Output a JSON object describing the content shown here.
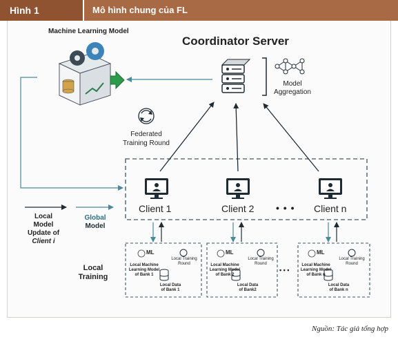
{
  "figure": {
    "label": "Hình 1",
    "title": "Mô hình chung của FL"
  },
  "ml_model": {
    "label": "Machine Learning Model"
  },
  "server": {
    "title": "Coordinator Server",
    "aggregation_lines": [
      "Model",
      "Aggregation"
    ]
  },
  "federated": {
    "lines": [
      "Federated",
      "Training Round"
    ]
  },
  "clients": [
    {
      "label": "Client 1"
    },
    {
      "label": "Client 2"
    },
    {
      "label": "Client n"
    }
  ],
  "ellipsis": "• • •",
  "legend": {
    "local_update": [
      "Local",
      "Model",
      "Update of",
      "Client i"
    ],
    "global_model": [
      "Global",
      "Model"
    ],
    "local_training": [
      "Local",
      "Training"
    ]
  },
  "banks": [
    {
      "ml": "ML",
      "round": [
        "Local Training",
        "Round"
      ],
      "model": [
        "Local Machine",
        "Learning Model",
        "of Bank 1"
      ],
      "data": [
        "Local Data",
        "of Bank 1"
      ]
    },
    {
      "ml": "ML",
      "round": [
        "Local Training",
        "Round"
      ],
      "model": [
        "Local Machine",
        "Learning Model",
        "of Bank 2"
      ],
      "data": [
        "Local Data",
        "of Bank2"
      ]
    },
    {
      "ml": "ML",
      "round": [
        "Local Training",
        "Round"
      ],
      "model": [
        "Local Machine",
        "Learning Model",
        "of Bank n"
      ],
      "data": [
        "Local Data",
        "of Bank n"
      ]
    }
  ],
  "bank_ellipsis": "• • •",
  "source": "Nguồn: Tác giả tổng hợp",
  "colors": {
    "header": "#a86a45",
    "label_block": "#8f5331",
    "teal": "#4a8a9a",
    "dark": "#1f2b33",
    "dashed": "#3c5566"
  }
}
